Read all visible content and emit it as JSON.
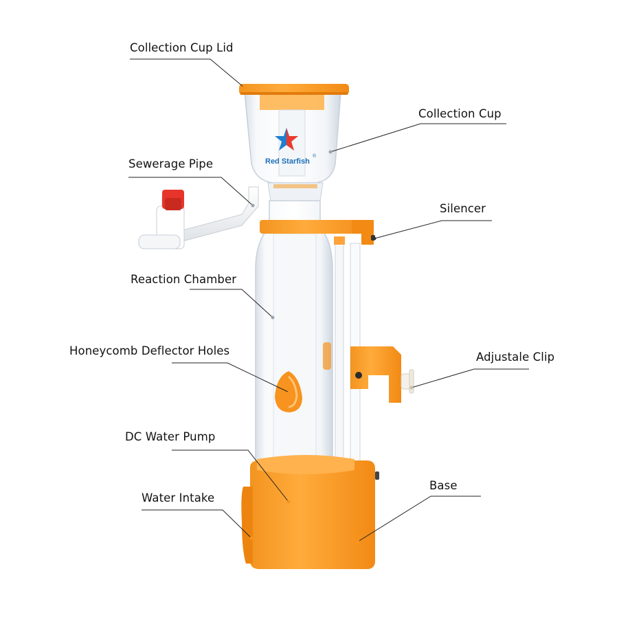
{
  "labels": {
    "collection_cup_lid": "Collection Cup Lid",
    "collection_cup": "Collection Cup",
    "sewerage_pipe": "Sewerage Pipe",
    "silencer": "Silencer",
    "reaction_chamber": "Reaction Chamber",
    "honeycomb_deflector_holes": "Honeycomb Deflector Holes",
    "adjustable_clip": "Adjustale Clip",
    "dc_water_pump": "DC Water Pump",
    "base": "Base",
    "water_intake": "Water Intake"
  },
  "brand": {
    "name": "Red Starfish",
    "trademark": "®"
  },
  "colors": {
    "orange": "#f7931e",
    "orange_dark": "#e07b0c",
    "red_cap": "#e8352b",
    "acrylic": "#eef2f6",
    "leader_line": "#222222",
    "star_blue": "#1f7fd0",
    "star_red": "#ec3a2d"
  }
}
